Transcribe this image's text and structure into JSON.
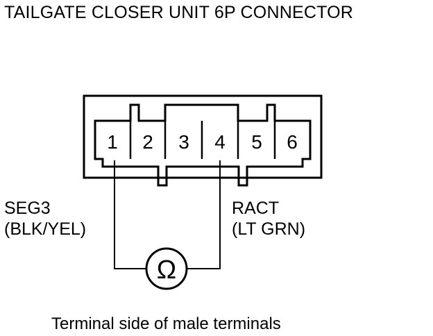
{
  "title": "TAILGATE CLOSER UNIT 6P CONNECTOR",
  "connector": {
    "pins": [
      "1",
      "2",
      "3",
      "4",
      "5",
      "6"
    ]
  },
  "wires": {
    "left": {
      "signal": "SEG3",
      "color": "(BLK/YEL)"
    },
    "right": {
      "signal": "RACT",
      "color": "(LT GRN)"
    }
  },
  "meter": {
    "symbol": "Ω"
  },
  "caption": "Terminal side of male terminals"
}
